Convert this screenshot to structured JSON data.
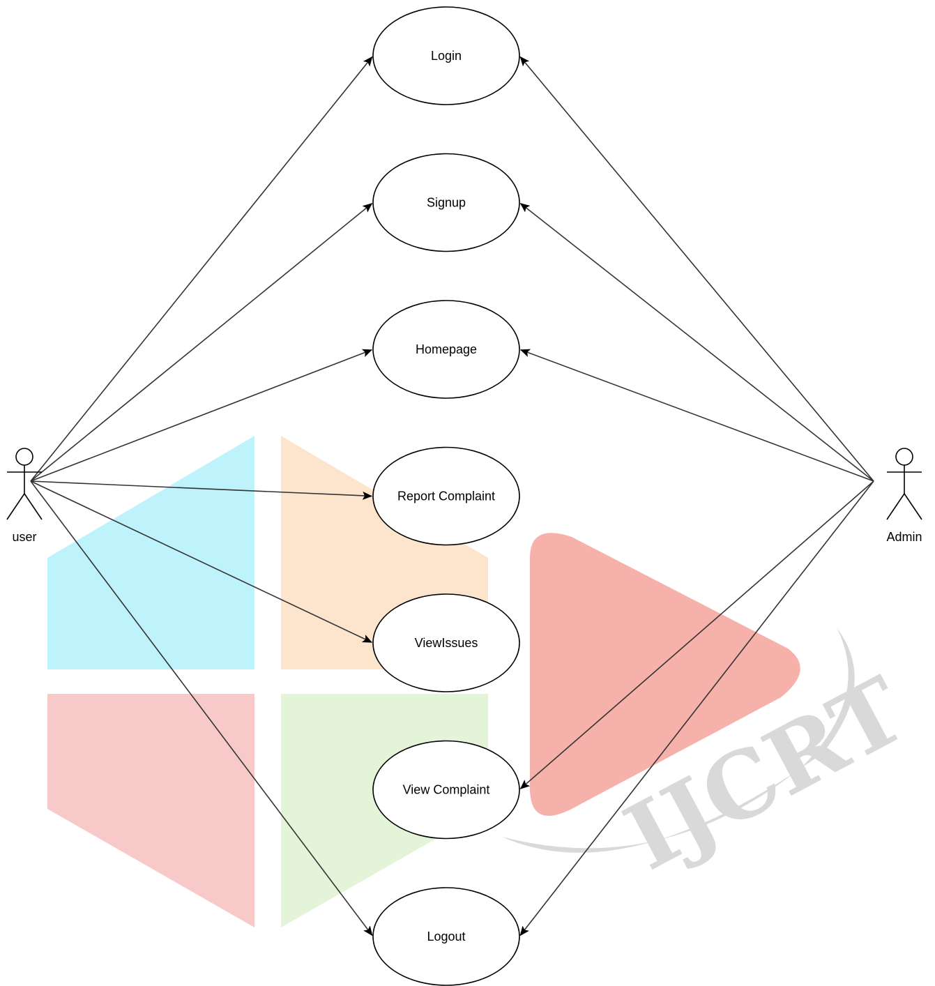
{
  "actors": {
    "user": {
      "label": "user"
    },
    "admin": {
      "label": "Admin"
    }
  },
  "use_cases": [
    {
      "id": "login",
      "label": "Login"
    },
    {
      "id": "signup",
      "label": "Signup"
    },
    {
      "id": "homepage",
      "label": "Homepage"
    },
    {
      "id": "report-complaint",
      "label": "Report Complaint"
    },
    {
      "id": "view-issues",
      "label": "ViewIssues"
    },
    {
      "id": "view-complaint",
      "label": "View Complaint"
    },
    {
      "id": "logout",
      "label": "Logout"
    }
  ],
  "associations": {
    "user": [
      "login",
      "signup",
      "homepage",
      "report-complaint",
      "view-issues",
      "logout"
    ],
    "admin": [
      "login",
      "signup",
      "homepage",
      "view-complaint",
      "logout"
    ]
  },
  "watermark": {
    "text": "IJCRT",
    "colors": {
      "blue": "#bff3fb",
      "orange": "#fde4cc",
      "red": "#f8c9c9",
      "green": "#e3f4d9",
      "play": "#f6b1ab",
      "gray": "#d9d9d9"
    }
  }
}
